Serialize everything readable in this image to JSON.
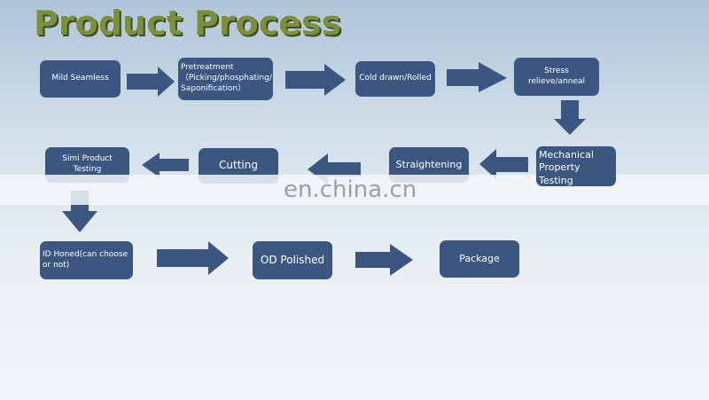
{
  "title": "Product Process",
  "steps": {
    "mild": "Mild Seamless",
    "pre1": "Pretreatment",
    "pre2": "（Picking/phosphating/",
    "pre3": "Saponification）",
    "cold": "Cold drawn/Rolled",
    "stress": "Stress relieve/anneal",
    "mech": "Mechanical Property Testing",
    "straight": "Straightening",
    "cutting": "Cutting",
    "simi": "Simi Product Testing",
    "honed": "ID Honed(can choose or not)",
    "od": "OD Polished",
    "package": "Package"
  },
  "watermark": "en.china.cn",
  "colors": {
    "box": "#3b5781",
    "arrow": "#3b5781"
  }
}
